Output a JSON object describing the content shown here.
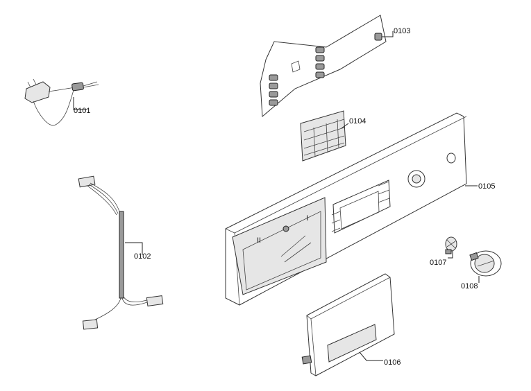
{
  "callouts": [
    {
      "id": "0101",
      "text": "0101"
    },
    {
      "id": "0102",
      "text": "0102"
    },
    {
      "id": "0103",
      "text": "0103"
    },
    {
      "id": "0104",
      "text": "0104"
    },
    {
      "id": "0105",
      "text": "0105"
    },
    {
      "id": "0106",
      "text": "0106"
    },
    {
      "id": "0107",
      "text": "0107"
    },
    {
      "id": "0108",
      "text": "0108"
    }
  ],
  "panel_marks": {
    "compartment_ii": "II",
    "compartment_i": "I"
  }
}
